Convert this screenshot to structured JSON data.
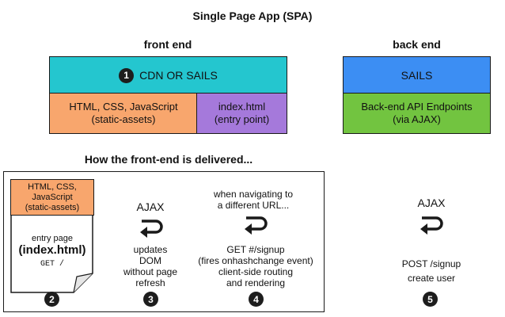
{
  "title": "Single Page App (SPA)",
  "front_end": {
    "heading": "front end",
    "cdn_number": "1",
    "cdn_label": "CDN OR SAILS",
    "static_assets": [
      "HTML, CSS, JavaScript",
      "(static-assets)"
    ],
    "entry": [
      "index.html",
      "(entry point)"
    ]
  },
  "back_end": {
    "heading": "back end",
    "sails": "SAILS",
    "api": [
      "Back-end API Endpoints",
      "(via AJAX)"
    ]
  },
  "delivery_heading": "How the front-end is delivered...",
  "page_card": {
    "assets": [
      "HTML, CSS,",
      "JavaScript",
      "(static-assets)"
    ],
    "entry_label": "entry page",
    "filename": "(index.html)",
    "method": "GET /",
    "number": "2"
  },
  "step3": {
    "ajax": "AJAX",
    "lines": [
      "updates",
      "DOM",
      "without page",
      "refresh"
    ],
    "number": "3"
  },
  "step4": {
    "top": [
      "when navigating to",
      "a different URL..."
    ],
    "lines": [
      "GET #/signup",
      "(fires onhashchange event)",
      "client-side routing",
      "and rendering"
    ],
    "number": "4"
  },
  "step5": {
    "ajax": "AJAX",
    "lines": [
      "POST /signup",
      "create user"
    ],
    "number": "5"
  },
  "colors": {
    "cyan": "#24c6cf",
    "orange": "#f8a66d",
    "purple": "#a579db",
    "blue": "#3c8ef3",
    "green": "#72c440"
  },
  "icons": [
    "return-arrow-icon"
  ]
}
